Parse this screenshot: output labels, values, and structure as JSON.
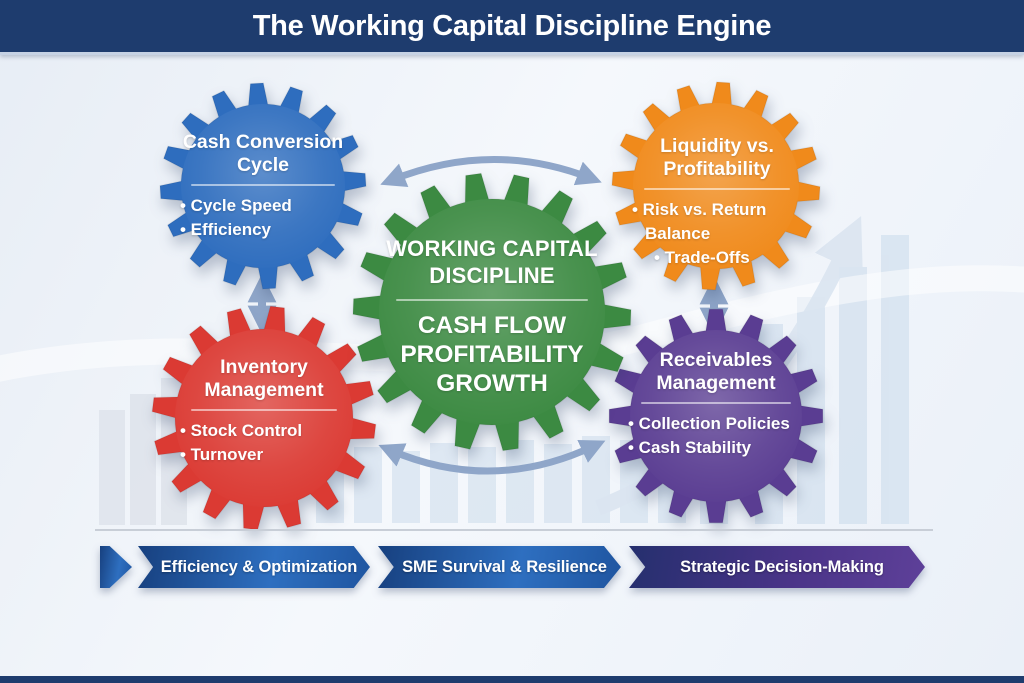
{
  "header": {
    "title": "The Working Capital Discipline Engine"
  },
  "center_gear": {
    "title_lines": [
      "WORKING CAPITAL",
      "DISCIPLINE"
    ],
    "subtitle_lines": [
      "CASH FLOW",
      "PROFITABILITY",
      "GROWTH"
    ]
  },
  "gears": [
    {
      "id": "cash-conversion-cycle",
      "title_lines": [
        "Cash Conversion",
        "Cycle"
      ],
      "bullets": [
        "• Cycle Speed",
        "• Efficiency"
      ]
    },
    {
      "id": "liquidity-vs-profitability",
      "title_lines": [
        "Liquidity vs.",
        "Profitability"
      ],
      "bullets": [
        "• Risk vs. Return Balance",
        "• Trade-Offs"
      ]
    },
    {
      "id": "inventory-management",
      "title_lines": [
        "Inventory",
        "Management"
      ],
      "bullets": [
        "• Stock Control",
        "• Turnover"
      ]
    },
    {
      "id": "receivables-management",
      "title_lines": [
        "Receivables",
        "Management"
      ],
      "bullets": [
        "• Collection Policies",
        "• Cash Stability"
      ]
    }
  ],
  "banners": [
    {
      "label": "Efficiency & Optimization"
    },
    {
      "label": "SME Survival & Resilience"
    },
    {
      "label": "Strategic Decision-Making"
    }
  ],
  "colors": {
    "header_navy": "#1e3c6e",
    "gear_blue": "#2e6dbe",
    "gear_orange": "#f08a1b",
    "gear_red": "#db3a33",
    "gear_purple": "#5a3d92",
    "gear_green": "#3c8a42",
    "connector_arrow": "#8fa6c9",
    "trend_arrow": "#dbe5f1",
    "banner_blue_dark": "#17407f",
    "banner_blue": "#2e6fc0",
    "banner_blue_mid": "#1f55a0",
    "banner_purple_dark": "#252f6e",
    "banner_purple_mid": "#4a3488",
    "banner_purple": "#5e4099"
  }
}
